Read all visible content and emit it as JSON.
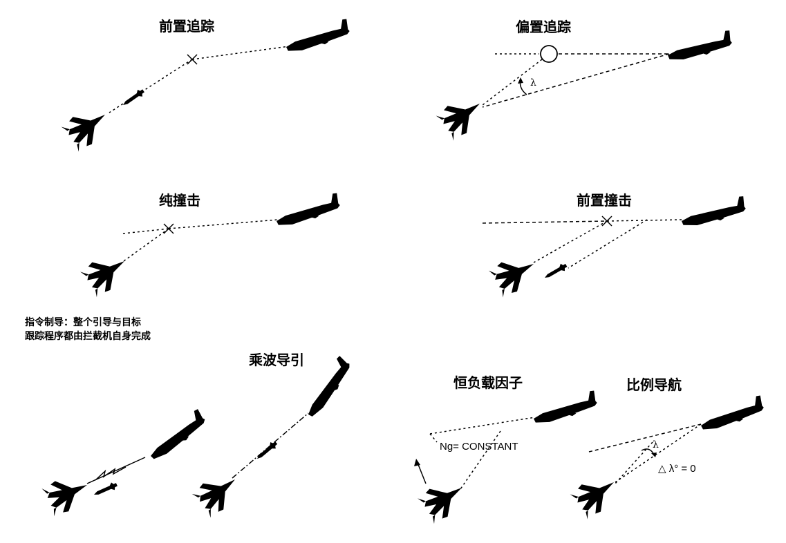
{
  "panels": {
    "lead_pursuit": {
      "title": "前置追踪"
    },
    "offset_pursuit": {
      "title": "偏置追踪",
      "angle_label": "λ"
    },
    "pure_collision": {
      "title": "纯撞击"
    },
    "lead_collision": {
      "title": "前置撞击"
    },
    "command_guidance": {
      "line1": "指令制导：整个引导与目标",
      "line2": "跟踪程序都由拦截机自身完成"
    },
    "beam_riding": {
      "title": "乘波导引"
    },
    "constant_g": {
      "title": "恒负载因子",
      "formula": "Ng= CONSTANT"
    },
    "proportional_nav": {
      "title": "比例导航",
      "angle_label": "λ",
      "formula": "△ λ° = 0"
    }
  },
  "colors": {
    "ink": "#000000",
    "background": "#ffffff"
  },
  "icons": [
    "fighter-jet-icon",
    "bomber-aircraft-icon",
    "missile-icon",
    "intercept-point-icon"
  ]
}
